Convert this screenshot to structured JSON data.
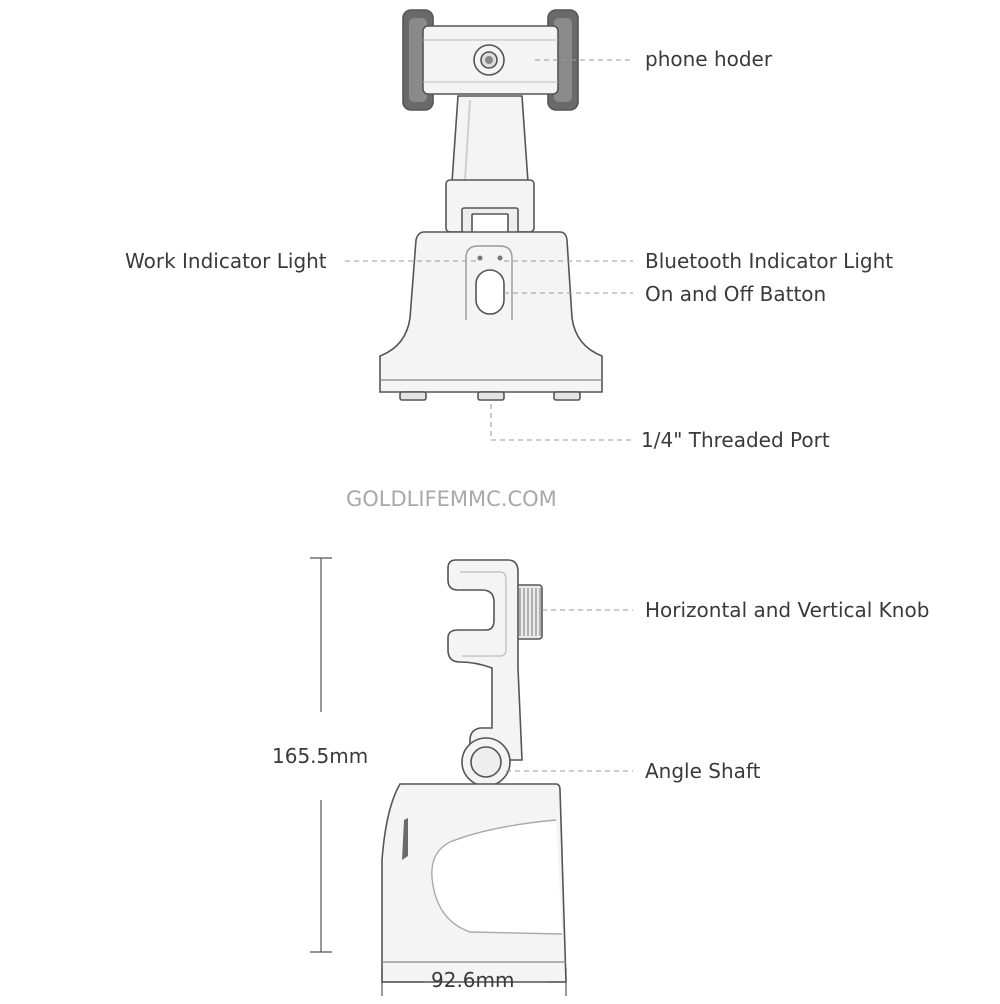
{
  "labels": {
    "phone_holder": "phone hoder",
    "work_indicator": "Work Indicator Light",
    "bluetooth_indicator": "Bluetooth Indicator Light",
    "power_button": "On and Off Batton",
    "threaded_port": "1/4\" Threaded Port",
    "knob": "Horizontal and Vertical Knob",
    "angle_shaft": "Angle Shaft"
  },
  "dimensions": {
    "height": "165.5mm",
    "width": "92.6mm"
  },
  "watermark": "GOLDLIFEMMC.COM",
  "colors": {
    "outline": "#555555",
    "fill_light": "#f4f4f4",
    "fill_dark": "#5a5a5a",
    "text": "#3a3a3a",
    "leader": "#9a9a9a"
  }
}
